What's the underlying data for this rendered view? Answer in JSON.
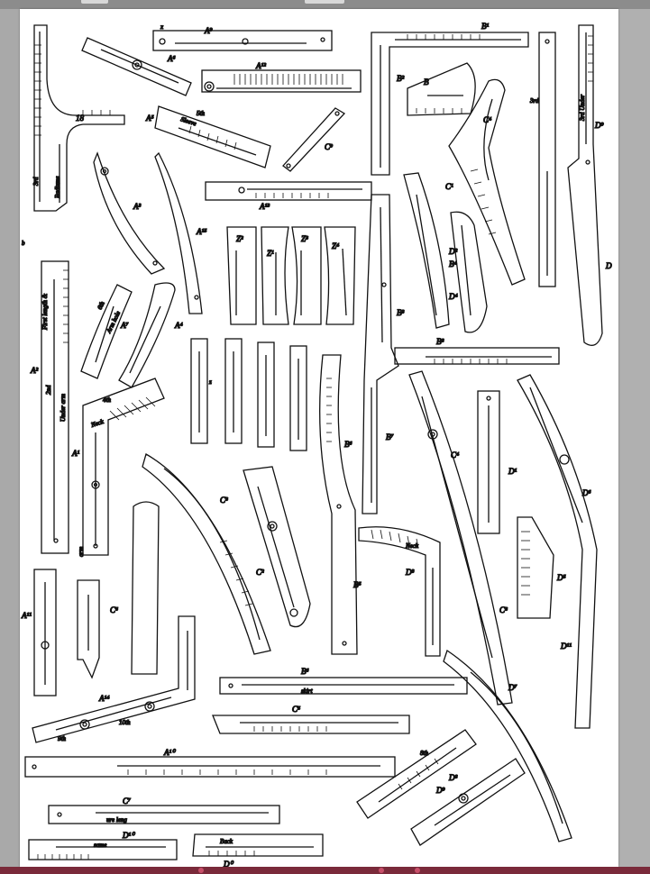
{
  "document": {
    "type": "patent drawing plate",
    "labels": {
      "a9": "A⁹",
      "a6": "A⁶",
      "a12": "A¹²",
      "a5": "A⁵",
      "fifth": "5th",
      "sleeve": "Sleeve",
      "c9": "C⁹",
      "a13": "A¹³",
      "a3": "A³",
      "a15": "A¹⁵",
      "a4": "A⁴",
      "a7": "A⁷",
      "sixth": "6th",
      "arm_hole": "Arm hole",
      "first_length": "First length &",
      "second": "2nd",
      "under_arm": "Under arm",
      "a2": "A²",
      "fourth": "4th",
      "neck": "Neck",
      "a1": "A¹",
      "a8": "A⁸",
      "z2": "Z²",
      "z1": "Z¹",
      "z3": "Z³",
      "z4": "Z⁴",
      "z": "z",
      "c3": "C³",
      "c2": "C²",
      "c6": "C⁶",
      "b5": "B⁵",
      "b6": "B⁶",
      "b7": "B⁷",
      "b8": "B⁸",
      "b3": "B³",
      "b4": "B⁴",
      "b2": "B²",
      "b": "B",
      "b1": "B¹",
      "c1": "C¹",
      "c4": "C⁴",
      "c7": "C⁷",
      "c5": "C⁵",
      "c8": "C⁸",
      "d": "D",
      "d1": "D¹",
      "d2": "D²",
      "d3": "D³",
      "d4": "D⁴",
      "d5": "D⁵",
      "d6": "D⁶",
      "d7": "D⁷",
      "d8": "D⁸",
      "d9": "D⁹",
      "d10": "D¹⁰",
      "d11": "D¹¹",
      "d0": "D⁰",
      "a10": "A¹⁰",
      "a11": "A¹¹",
      "a14": "A¹⁴",
      "third_rd": "3rd",
      "eighteen": "18",
      "third": "3rd",
      "radiums": "Radiums",
      "third_under": "3rd Under",
      "skirt": "skirt",
      "sleeve_len": "ure leng",
      "back": "Back",
      "same": "same",
      "eighth": "8th",
      "ninth": "9th",
      "tenth": "10th",
      "x": "x",
      "arm": "arm",
      "page_b": "b",
      "neck_small": "Neck"
    }
  }
}
